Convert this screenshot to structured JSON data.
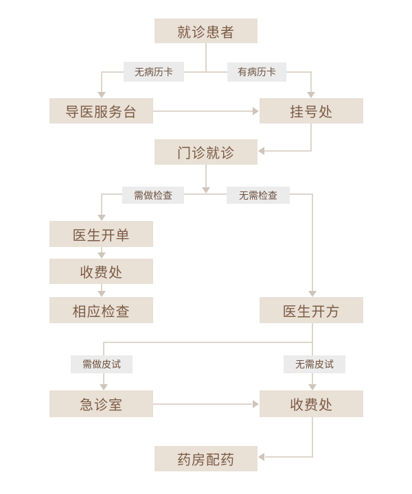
{
  "flowchart": {
    "colors": {
      "page_bg": "#ffffff",
      "node_bg": "#e9e0d6",
      "node_text": "#7b5b44",
      "label_bg": "#ebebeb",
      "label_text": "#6f5240",
      "line": "#ddd5cb",
      "arrow": "#cfc5ba"
    },
    "nodes": {
      "patient": "就诊患者",
      "guide_desk": "导医服务台",
      "registration": "挂号处",
      "outpatient_visit": "门诊就诊",
      "doctor_order": "医生开单",
      "fee_office_exam": "收费处",
      "related_exam": "相应检查",
      "doctor_prescription": "医生开方",
      "emergency_room": "急诊室",
      "fee_office_pharmacy": "收费处",
      "pharmacy_dispense": "药房配药"
    },
    "edge_labels": {
      "no_medical_card": "无病历卡",
      "has_medical_card": "有病历卡",
      "need_exam": "需做检查",
      "no_exam_needed": "无需检查",
      "need_skin_test": "需做皮试",
      "no_skin_test_needed": "无需皮试"
    }
  }
}
